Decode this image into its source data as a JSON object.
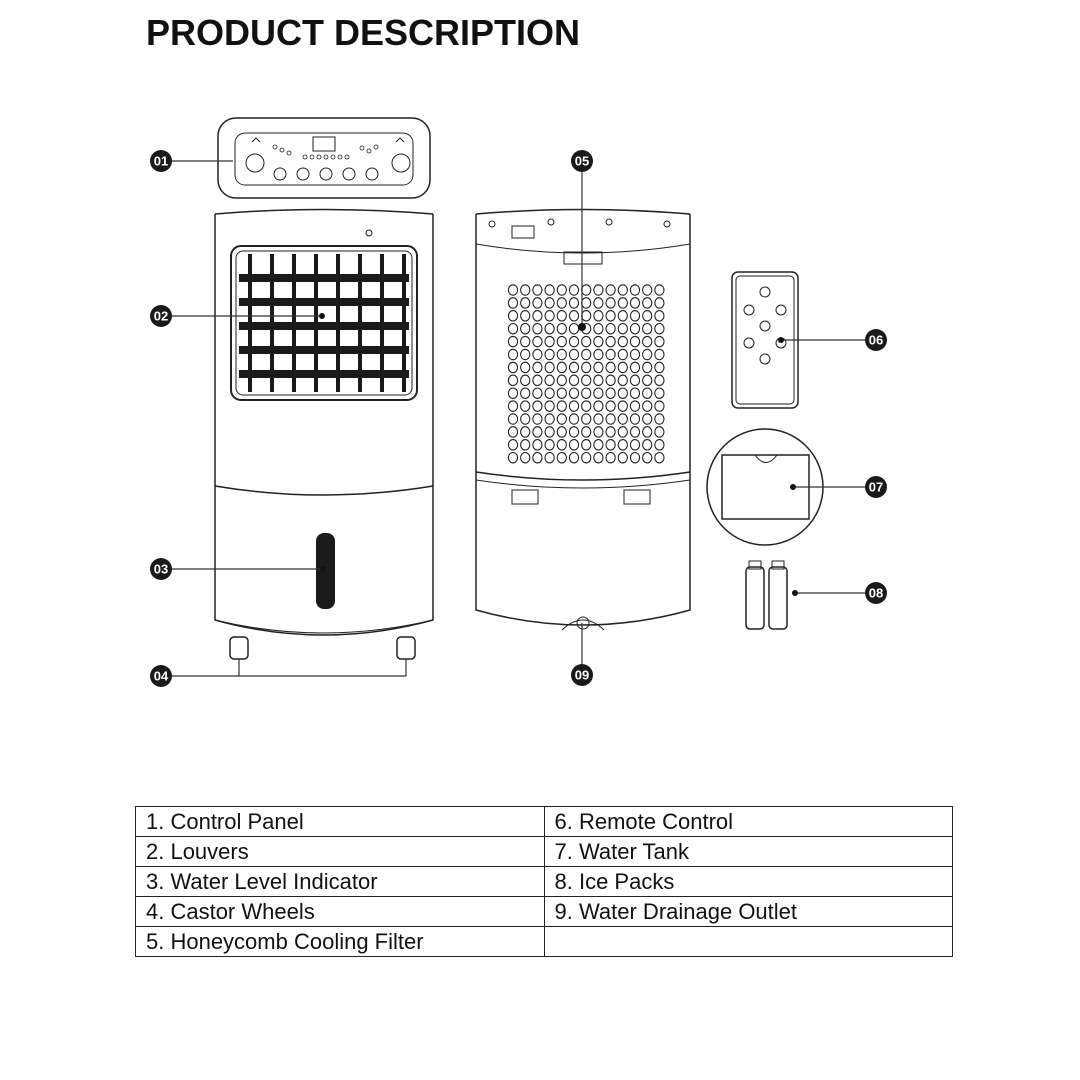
{
  "title": "PRODUCT DESCRIPTION",
  "callouts": [
    "01",
    "02",
    "03",
    "04",
    "05",
    "06",
    "07",
    "08",
    "09"
  ],
  "legend": {
    "rows": [
      [
        "1. Control Panel",
        "6. Remote Control"
      ],
      [
        "2. Louvers",
        "7. Water Tank"
      ],
      [
        "3. Water Level Indicator",
        "8. Ice Packs"
      ],
      [
        "4. Castor Wheels",
        "9. Water Drainage Outlet"
      ],
      [
        "5. Honeycomb Cooling Filter",
        ""
      ]
    ]
  }
}
